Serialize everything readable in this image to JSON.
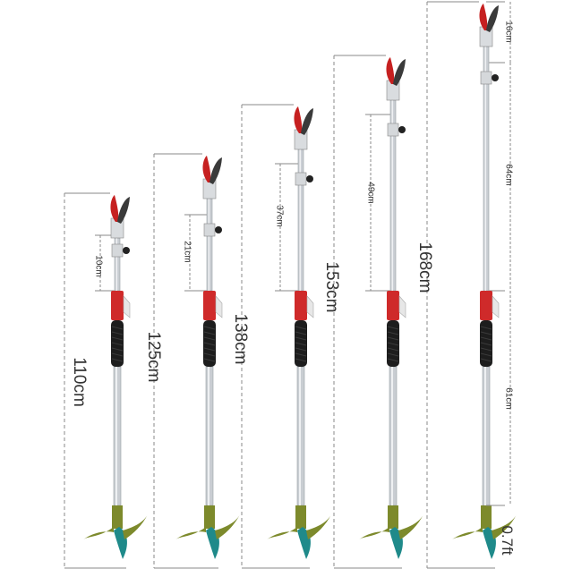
{
  "colors": {
    "shaft": "#c9cdd2",
    "shaft_highlight": "#eef0f2",
    "collar_red": "#cf2a2a",
    "grip_black": "#1d1d1d",
    "blade_dark": "#3a3a3a",
    "blade_red": "#c62020",
    "handle_green": "#7d8a2c",
    "handle_teal": "#1f8a8a",
    "dash": "#8a8a8a"
  },
  "poles": [
    {
      "total_label": "110cm",
      "segment_label": "10cm",
      "top_segment_label": "",
      "bottom_segment_label": ""
    },
    {
      "total_label": "125cm",
      "segment_label": "21cm",
      "top_segment_label": "",
      "bottom_segment_label": ""
    },
    {
      "total_label": "138cm",
      "segment_label": "37cm",
      "top_segment_label": "",
      "bottom_segment_label": ""
    },
    {
      "total_label": "153cm",
      "segment_label": "49cm",
      "top_segment_label": "",
      "bottom_segment_label": ""
    },
    {
      "total_label": "168cm",
      "segment_label": "64cm",
      "top_segment_label": "16cm",
      "bottom_segment_label": "61cm"
    }
  ],
  "footer_label": "0.7ft"
}
